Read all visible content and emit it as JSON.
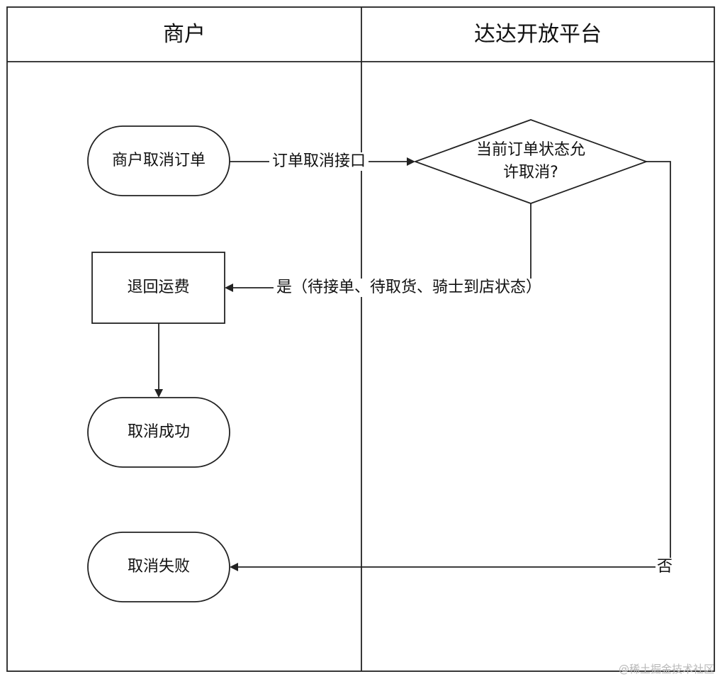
{
  "lanes": {
    "merchant": "商户",
    "platform": "达达开放平台"
  },
  "nodes": {
    "cancel_order": "商户取消订单",
    "check_status_line1": "当前订单状态允",
    "check_status_line2": "许取消?",
    "refund_fee": "退回运费",
    "cancel_success": "取消成功",
    "cancel_fail": "取消失败"
  },
  "edges": {
    "api": "订单取消接口",
    "yes": "是（待接单、待取货、骑士到店状态）",
    "no": "否"
  },
  "watermark": "@稀土掘金技术社区",
  "colors": {
    "line": "#222222",
    "background": "#ffffff"
  }
}
